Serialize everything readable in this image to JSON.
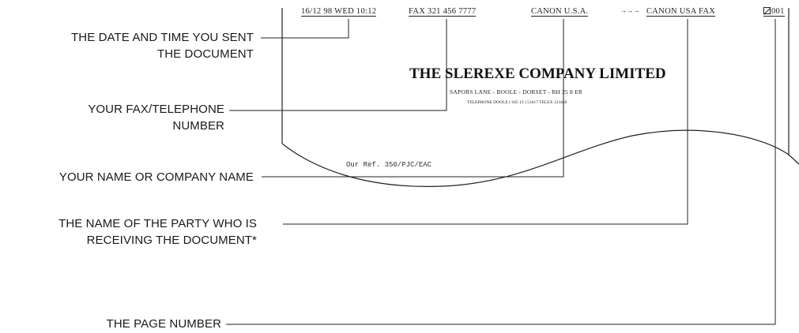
{
  "fax_header": {
    "datetime": "16/12 98  WED  10:12",
    "fax_number": "FAX  321 456 7777",
    "sender_name": "CANON U.S.A.",
    "arrows": "→→→",
    "recipient": "CANON USA FAX",
    "page_number": "001"
  },
  "document": {
    "company_name": "THE SLEREXE COMPANY LIMITED",
    "address": "SAPORS  LANE  -  BOOLE  -  DORSET  -  BH  25  8  ER",
    "telephone_line": "TELEPHONE  DOOLE  ( 945  13 ) 51617    TELEX 123456",
    "reference": "Our Ref. 350/PJC/EAC"
  },
  "callouts": {
    "date_time": [
      "THE DATE AND TIME YOU SENT",
      "THE DOCUMENT"
    ],
    "fax_number": [
      "YOUR FAX/TELEPHONE",
      "NUMBER"
    ],
    "name": [
      "YOUR NAME OR COMPANY NAME"
    ],
    "receiving_party": [
      "THE NAME OF THE PARTY WHO IS",
      "RECEIVING THE DOCUMENT*"
    ],
    "page_number": [
      "THE PAGE NUMBER"
    ]
  }
}
